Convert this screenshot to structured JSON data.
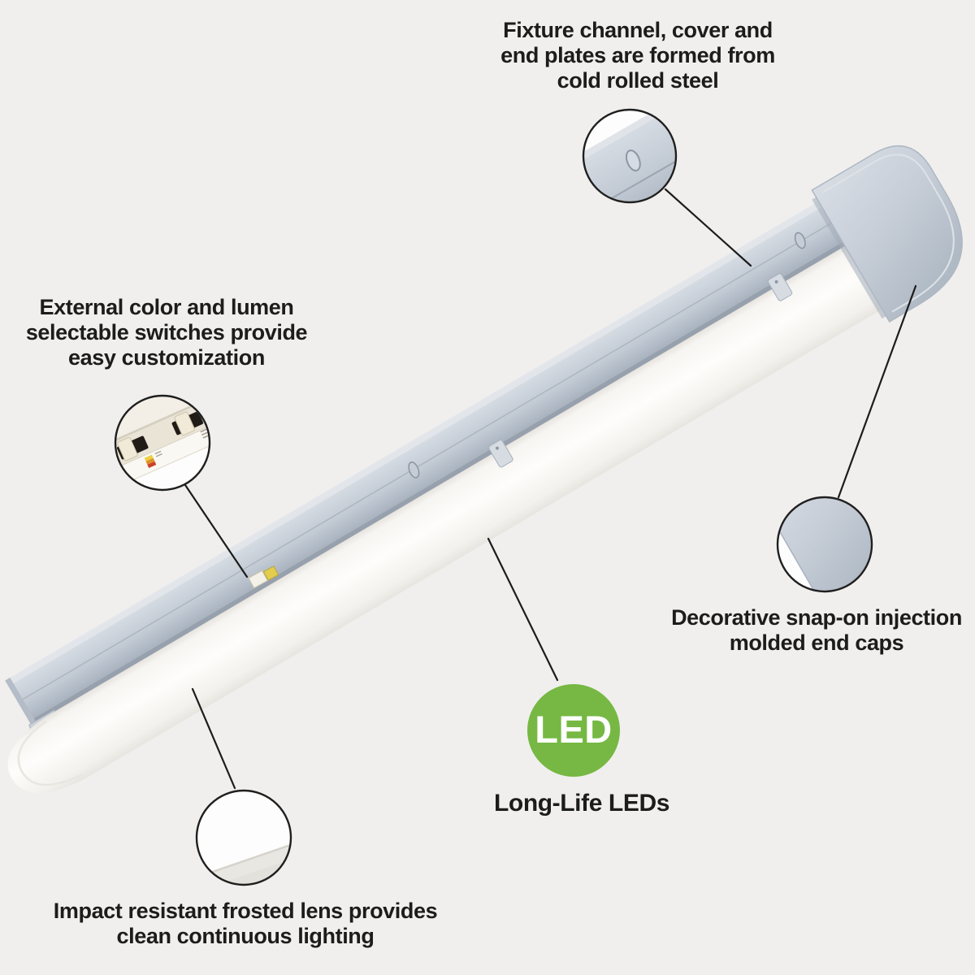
{
  "figure": "LED strip light fixture annotated product diagram",
  "annotations": {
    "steel": {
      "lines": [
        "Fixture channel, cover and",
        "end plates are formed from",
        "cold rolled steel"
      ]
    },
    "switches": {
      "lines": [
        "External color and lumen",
        "selectable switches provide",
        "easy customization"
      ]
    },
    "endcaps": {
      "lines": [
        "Decorative snap-on injection",
        "molded end caps"
      ]
    },
    "lens": {
      "lines": [
        "Impact resistant frosted lens provides",
        "clean continuous lighting"
      ]
    }
  },
  "led": {
    "badge": "LED",
    "label": "Long-Life LEDs",
    "color": "#76b843"
  },
  "colors": {
    "background": "#f0efed",
    "text": "#1c1c1c",
    "leader_line": "#1c1c1c",
    "callout_stroke": "#1f1f1f",
    "steel_gray": "#c3cbd5",
    "lens_white": "#fbfaf8",
    "led_green": "#76b843"
  }
}
